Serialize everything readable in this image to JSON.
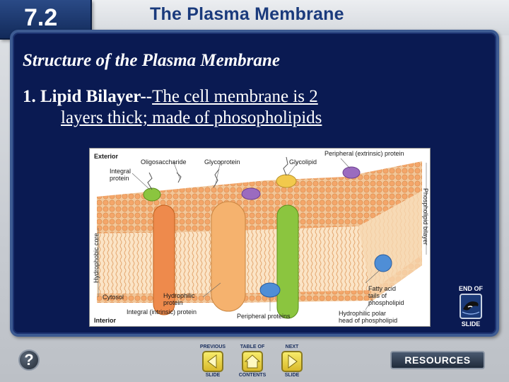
{
  "header": {
    "section_number": "7.2",
    "title": "The Plasma Membrane"
  },
  "content": {
    "heading": "Structure of the Plasma Membrane",
    "point_number": "1.",
    "point_term": "Lipid Bilayer--",
    "point_def_line1": "The cell membrane is 2",
    "point_def_line2": "layers thick; made of phosopholipids"
  },
  "diagram": {
    "labels": {
      "exterior": "Exterior",
      "oligosaccharide": "Oligosaccharide",
      "glycoprotein": "Glycoprotein",
      "glycolipid": "Glycolipid",
      "peripheral_extrinsic": "Peripheral (extrinsic) protein",
      "integral_protein_1": "Integral",
      "integral_protein_2": "protein",
      "hydrophobic_core": "Hydrophobic core",
      "phospholipid_bilayer": "Phospholipid bilayer",
      "cytosol": "Cytosol",
      "hydrophilic_protein_1": "Hydrophilic",
      "hydrophilic_protein_2": "protein",
      "integral_intrinsic": "Integral (intrinsic) protein",
      "interior": "Interior",
      "peripheral_proteins": "Peripheral proteins",
      "fatty_acid_1": "Fatty acid",
      "fatty_acid_2": "tails of",
      "fatty_acid_3": "phospholipid",
      "polar_head_1": "Hydrophilic polar",
      "polar_head_2": "head of phospholipid"
    }
  },
  "nav": {
    "end_of": "END OF",
    "slide": "SLIDE",
    "help": "?",
    "previous_cap": "PREVIOUS",
    "previous_sub": "SLIDE",
    "toc_cap": "TABLE OF",
    "toc_sub": "CONTENTS",
    "next_cap": "NEXT",
    "next_sub": "SLIDE",
    "resources": "RESOURCES"
  },
  "colors": {
    "title": "#1a3a7c",
    "panel": "#0a1a52",
    "button_yellow": "#f0d84a"
  }
}
